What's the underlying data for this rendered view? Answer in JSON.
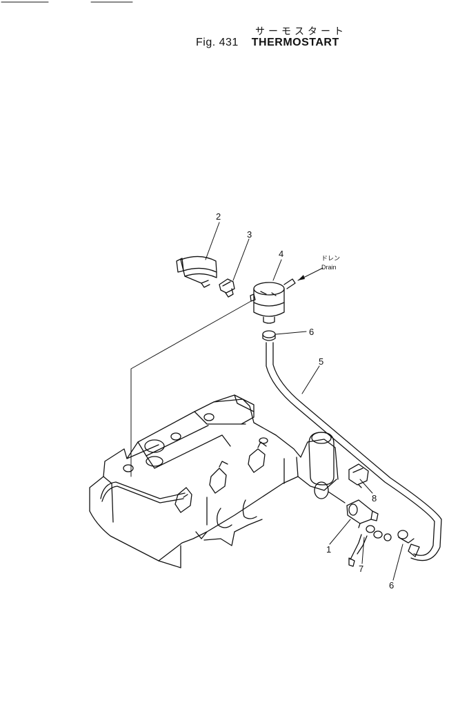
{
  "header": {
    "title_jp": "サーモスタート",
    "fig_label": "Fig. 431",
    "title_en": "THERMOSTART"
  },
  "callouts": {
    "c1": "1",
    "c2": "2",
    "c3": "3",
    "c4": "4",
    "c5": "5",
    "c6a": "6",
    "c6b": "6",
    "c7": "7",
    "c8": "8"
  },
  "drain": {
    "jp": "ドレン",
    "en": "Drain"
  }
}
